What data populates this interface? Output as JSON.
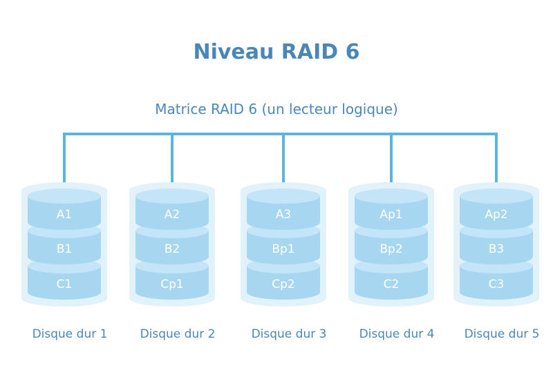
{
  "title": "Niveau RAID 6",
  "subtitle": "Matrice RAID 6 (un lecteur logique)",
  "colors": {
    "text": "#4a86b8",
    "connector": "#5ab4dc",
    "disk_outer": "#e2f2fb",
    "platter_side": "#a7d6f1",
    "platter_top": "#c4e5f8",
    "block_text": "#ffffff"
  },
  "disks": [
    {
      "label": "Disque dur 1",
      "blocks": [
        "A1",
        "B1",
        "C1"
      ]
    },
    {
      "label": "Disque dur 2",
      "blocks": [
        "A2",
        "B2",
        "Cp1"
      ]
    },
    {
      "label": "Disque dur 3",
      "blocks": [
        "A3",
        "Bp1",
        "Cp2"
      ]
    },
    {
      "label": "Disque dur 4",
      "blocks": [
        "Ap1",
        "Bp2",
        "C2"
      ]
    },
    {
      "label": "Disque dur 5",
      "blocks": [
        "Ap2",
        "B3",
        "C3"
      ]
    }
  ]
}
